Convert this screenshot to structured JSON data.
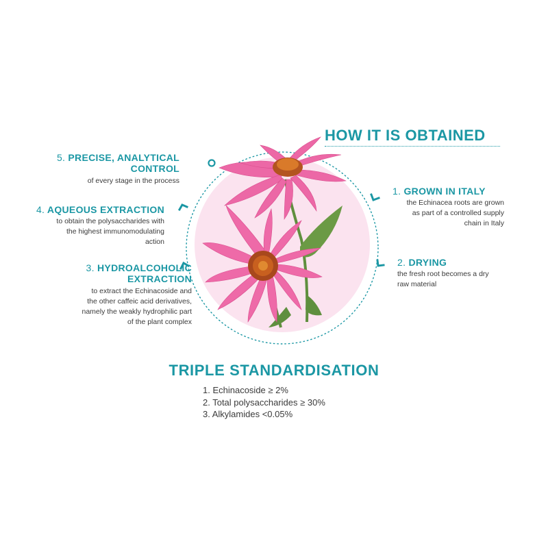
{
  "header": {
    "title": "HOW IT IS OBTAINED"
  },
  "steps": [
    {
      "num": "1.",
      "title": "GROWN IN ITALY",
      "desc": [
        "the Echinacea roots are grown",
        "as part of a controlled supply",
        "chain in Italy"
      ]
    },
    {
      "num": "2.",
      "title": "DRYING",
      "desc": [
        "the fresh root becomes a dry",
        "raw material"
      ]
    },
    {
      "num": "3.",
      "title": [
        "HYDROALCOHOLIC",
        "EXTRACTION"
      ],
      "desc": [
        "to extract the Echinacoside and",
        "the other caffeic acid derivatives,",
        "namely the weakly hydrophilic part",
        "of the plant complex"
      ]
    },
    {
      "num": "4.",
      "title": "AQUEOUS EXTRACTION",
      "desc": [
        "to obtain the polysaccharides with",
        "the highest immunomodulating",
        "action"
      ]
    },
    {
      "num": "5.",
      "title": [
        "PRECISE, ANALYTICAL",
        "CONTROL"
      ],
      "desc": [
        "of every stage in the process"
      ]
    }
  ],
  "standardisation": {
    "title": "TRIPLE STANDARDISATION",
    "items": [
      "1. Echinacoside ≥ 2%",
      "2. Total polysaccharides ≥ 30%",
      "3. Alkylamides <0.05%"
    ]
  },
  "colors": {
    "accent": "#1b97a4",
    "circle_fill": "#fbe3ef",
    "petal": "#e8559a",
    "cone": "#a8481c",
    "stem": "#5a8a3c"
  },
  "icons": [
    "echinacea-flower-image",
    "cycle-arrow-icon",
    "cycle-start-circle-icon"
  ]
}
